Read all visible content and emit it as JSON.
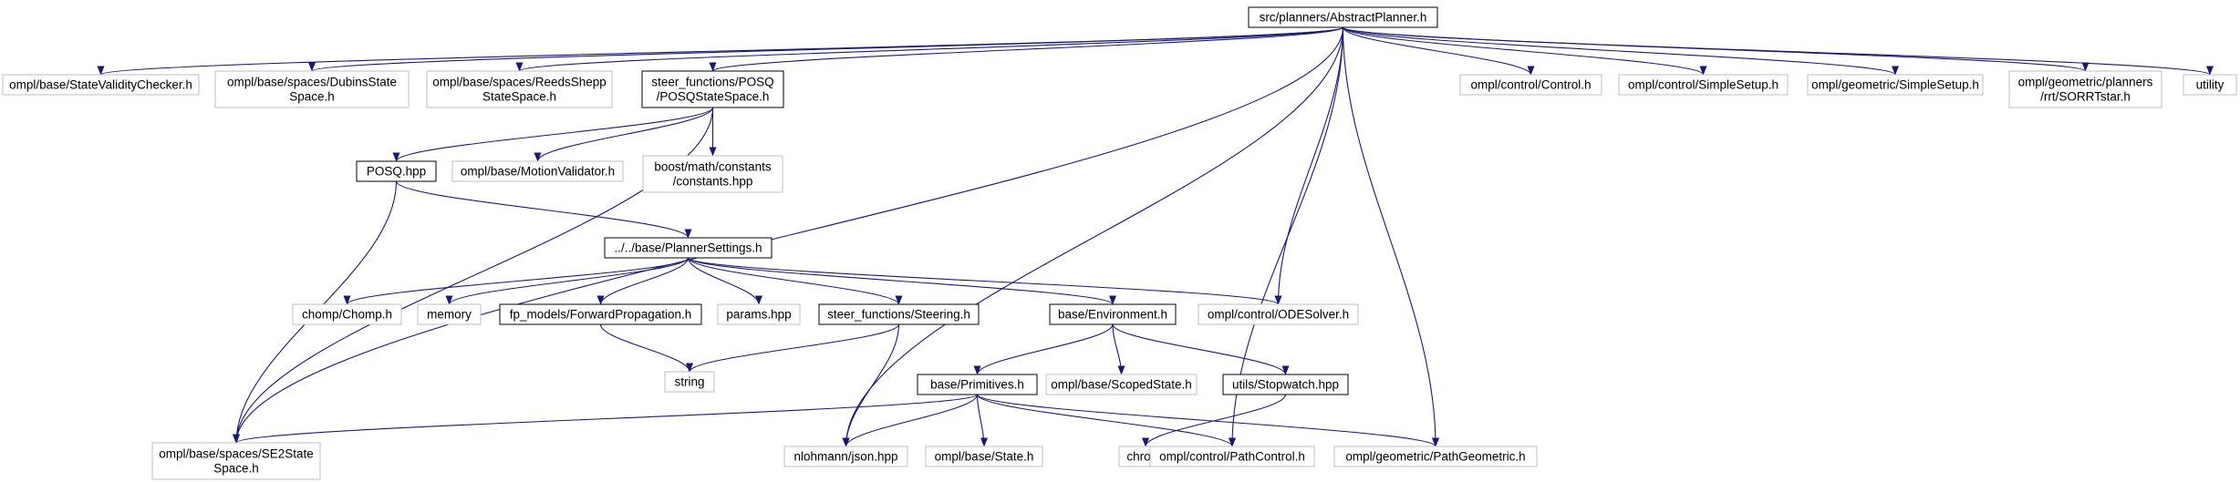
{
  "colors": {
    "edge": "#191970",
    "root_fill": "#bfbfbf",
    "documented_border": "#000000",
    "external_border": "#bfbfbf"
  },
  "nodes": [
    {
      "id": "root",
      "lines": [
        "src/planners/AbstractPlanner.h"
      ],
      "kind": "root"
    },
    {
      "id": "statevaliditychecker",
      "lines": [
        "ompl/base/StateValidityChecker.h"
      ],
      "kind": "external"
    },
    {
      "id": "dubins",
      "lines": [
        "ompl/base/spaces/DubinsState",
        "Space.h"
      ],
      "kind": "external"
    },
    {
      "id": "reedsshepp",
      "lines": [
        "ompl/base/spaces/ReedsShepp",
        "StateSpace.h"
      ],
      "kind": "external"
    },
    {
      "id": "posqstatespace",
      "lines": [
        "steer_functions/POSQ",
        "/POSQStateSpace.h"
      ],
      "kind": "documented"
    },
    {
      "id": "control_h",
      "lines": [
        "ompl/control/Control.h"
      ],
      "kind": "external"
    },
    {
      "id": "control_simplesetup",
      "lines": [
        "ompl/control/SimpleSetup.h"
      ],
      "kind": "external"
    },
    {
      "id": "geometric_simplesetup",
      "lines": [
        "ompl/geometric/SimpleSetup.h"
      ],
      "kind": "external"
    },
    {
      "id": "sorrtstar",
      "lines": [
        "ompl/geometric/planners",
        "/rrt/SORRTstar.h"
      ],
      "kind": "external"
    },
    {
      "id": "utility",
      "lines": [
        "utility"
      ],
      "kind": "external"
    },
    {
      "id": "posq_hpp",
      "lines": [
        "POSQ.hpp"
      ],
      "kind": "documented"
    },
    {
      "id": "motionvalidator",
      "lines": [
        "ompl/base/MotionValidator.h"
      ],
      "kind": "external"
    },
    {
      "id": "boostconstants",
      "lines": [
        "boost/math/constants",
        "/constants.hpp"
      ],
      "kind": "external"
    },
    {
      "id": "plannersettings",
      "lines": [
        "../../base/PlannerSettings.h"
      ],
      "kind": "documented"
    },
    {
      "id": "chomp",
      "lines": [
        "chomp/Chomp.h"
      ],
      "kind": "external"
    },
    {
      "id": "memory",
      "lines": [
        "memory"
      ],
      "kind": "external"
    },
    {
      "id": "forwardprop",
      "lines": [
        "fp_models/ForwardPropagation.h"
      ],
      "kind": "documented"
    },
    {
      "id": "params",
      "lines": [
        "params.hpp"
      ],
      "kind": "external"
    },
    {
      "id": "steering",
      "lines": [
        "steer_functions/Steering.h"
      ],
      "kind": "documented"
    },
    {
      "id": "environment",
      "lines": [
        "base/Environment.h"
      ],
      "kind": "documented"
    },
    {
      "id": "odesolver",
      "lines": [
        "ompl/control/ODESolver.h"
      ],
      "kind": "external"
    },
    {
      "id": "string",
      "lines": [
        "string"
      ],
      "kind": "external"
    },
    {
      "id": "primitives",
      "lines": [
        "base/Primitives.h"
      ],
      "kind": "documented"
    },
    {
      "id": "scopedstate",
      "lines": [
        "ompl/base/ScopedState.h"
      ],
      "kind": "external"
    },
    {
      "id": "stopwatch",
      "lines": [
        "utils/Stopwatch.hpp"
      ],
      "kind": "documented"
    },
    {
      "id": "se2statespace",
      "lines": [
        "ompl/base/spaces/SE2State",
        "Space.h"
      ],
      "kind": "external"
    },
    {
      "id": "json",
      "lines": [
        "nlohmann/json.hpp"
      ],
      "kind": "external"
    },
    {
      "id": "ompl_state",
      "lines": [
        "ompl/base/State.h"
      ],
      "kind": "external"
    },
    {
      "id": "chrono",
      "lines": [
        "chrono"
      ],
      "kind": "external"
    },
    {
      "id": "pathcontrol",
      "lines": [
        "ompl/control/PathControl.h"
      ],
      "kind": "external"
    },
    {
      "id": "pathgeometric",
      "lines": [
        "ompl/geometric/PathGeometric.h"
      ],
      "kind": "external"
    }
  ],
  "edges": [
    [
      "root",
      "statevaliditychecker"
    ],
    [
      "root",
      "dubins"
    ],
    [
      "root",
      "reedsshepp"
    ],
    [
      "root",
      "posqstatespace"
    ],
    [
      "root",
      "se2statespace"
    ],
    [
      "root",
      "json"
    ],
    [
      "root",
      "odesolver"
    ],
    [
      "root",
      "pathcontrol"
    ],
    [
      "root",
      "pathgeometric"
    ],
    [
      "root",
      "control_h"
    ],
    [
      "root",
      "control_simplesetup"
    ],
    [
      "root",
      "geometric_simplesetup"
    ],
    [
      "root",
      "sorrtstar"
    ],
    [
      "root",
      "utility"
    ],
    [
      "posqstatespace",
      "posq_hpp"
    ],
    [
      "posqstatespace",
      "motionvalidator"
    ],
    [
      "posqstatespace",
      "boostconstants"
    ],
    [
      "posqstatespace",
      "se2statespace"
    ],
    [
      "posq_hpp",
      "plannersettings"
    ],
    [
      "posq_hpp",
      "se2statespace"
    ],
    [
      "plannersettings",
      "chomp"
    ],
    [
      "plannersettings",
      "memory"
    ],
    [
      "plannersettings",
      "forwardprop"
    ],
    [
      "plannersettings",
      "params"
    ],
    [
      "plannersettings",
      "steering"
    ],
    [
      "plannersettings",
      "environment"
    ],
    [
      "plannersettings",
      "odesolver"
    ],
    [
      "forwardprop",
      "string"
    ],
    [
      "steering",
      "string"
    ],
    [
      "steering",
      "json"
    ],
    [
      "environment",
      "primitives"
    ],
    [
      "environment",
      "scopedstate"
    ],
    [
      "environment",
      "stopwatch"
    ],
    [
      "primitives",
      "se2statespace"
    ],
    [
      "primitives",
      "json"
    ],
    [
      "primitives",
      "ompl_state"
    ],
    [
      "primitives",
      "pathcontrol"
    ],
    [
      "primitives",
      "pathgeometric"
    ],
    [
      "stopwatch",
      "chrono"
    ]
  ]
}
